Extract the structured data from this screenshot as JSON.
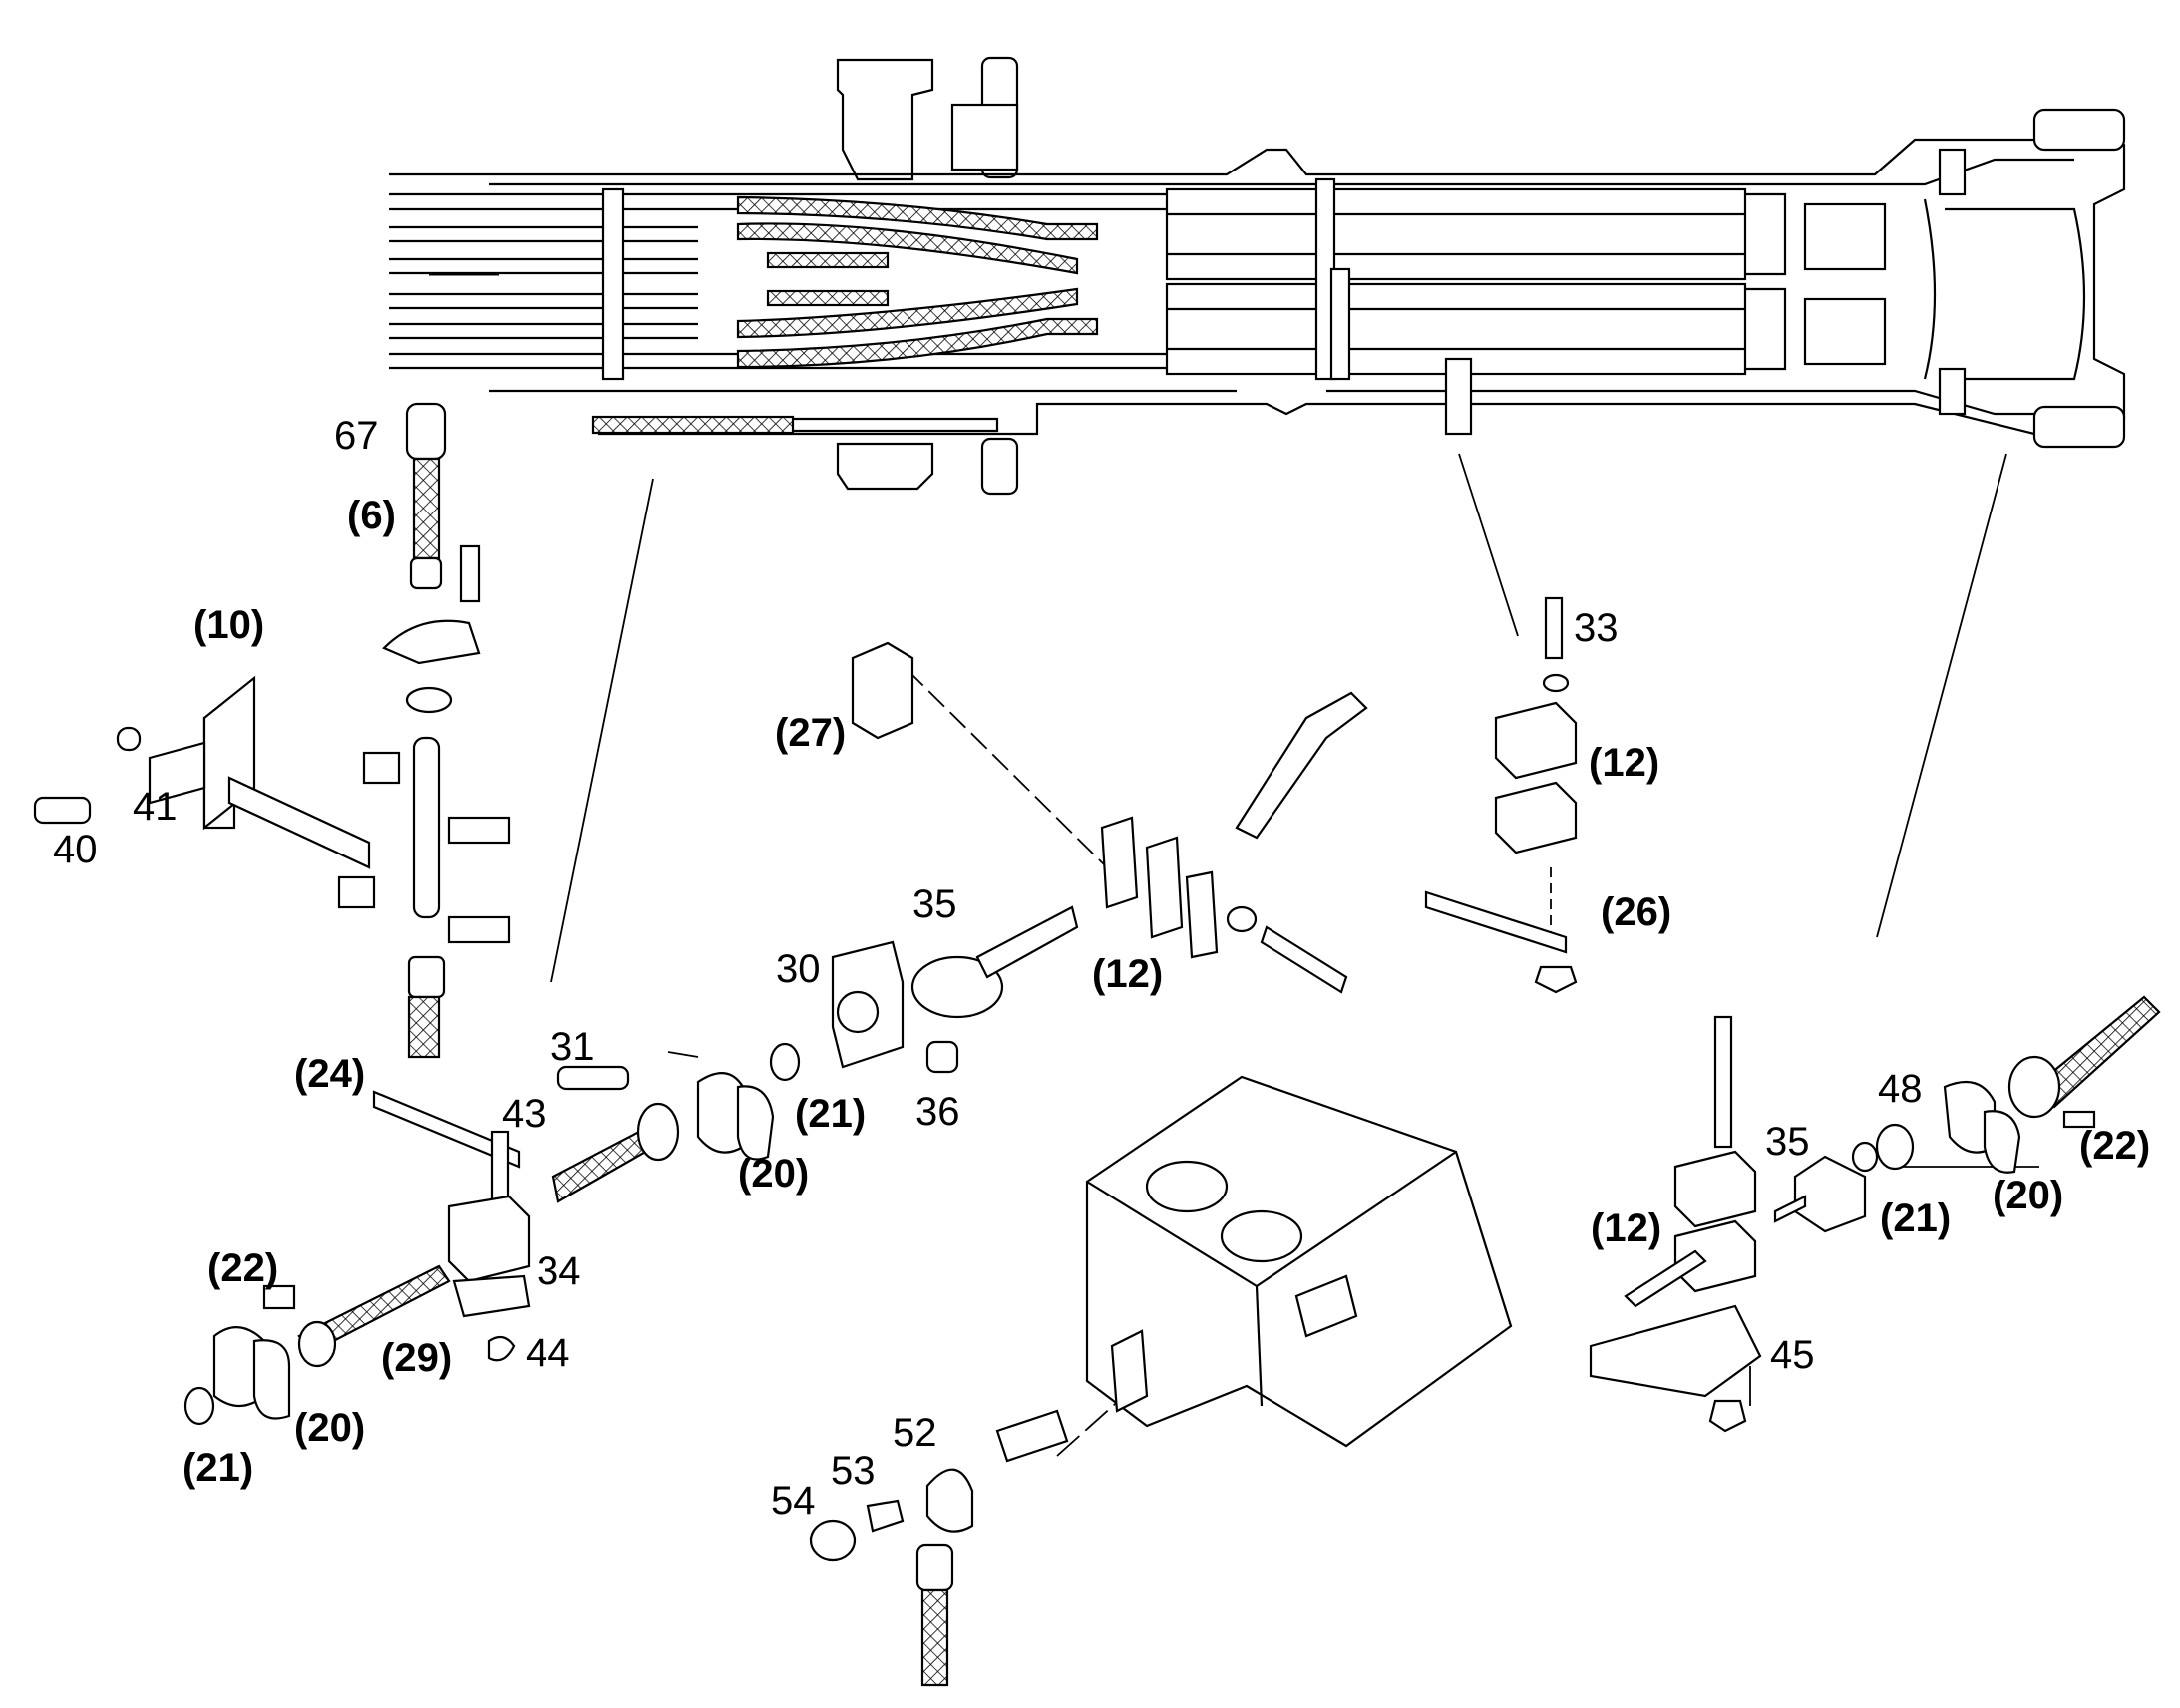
{
  "labels": {
    "l67": "67",
    "l6": "(6)",
    "l10": "(10)",
    "l41": "41",
    "l40": "40",
    "l24": "(24)",
    "l43": "43",
    "l31": "31",
    "l21a": "(21)",
    "l20a": "(20)",
    "l34": "34",
    "l22a": "(22)",
    "l29": "(29)",
    "l44": "44",
    "l20b": "(20)",
    "l21b": "(21)",
    "l27": "(27)",
    "l35a": "35",
    "l12a": "(12)",
    "l30": "30",
    "l36": "36",
    "l33": "33",
    "l12b": "(12)",
    "l26": "(26)",
    "l35b": "35",
    "l48": "48",
    "l22b": "(22)",
    "l12c": "(12)",
    "l21c": "(21)",
    "l20c": "(20)",
    "l45": "45",
    "l52": "52",
    "l53": "53",
    "l54": "54"
  }
}
